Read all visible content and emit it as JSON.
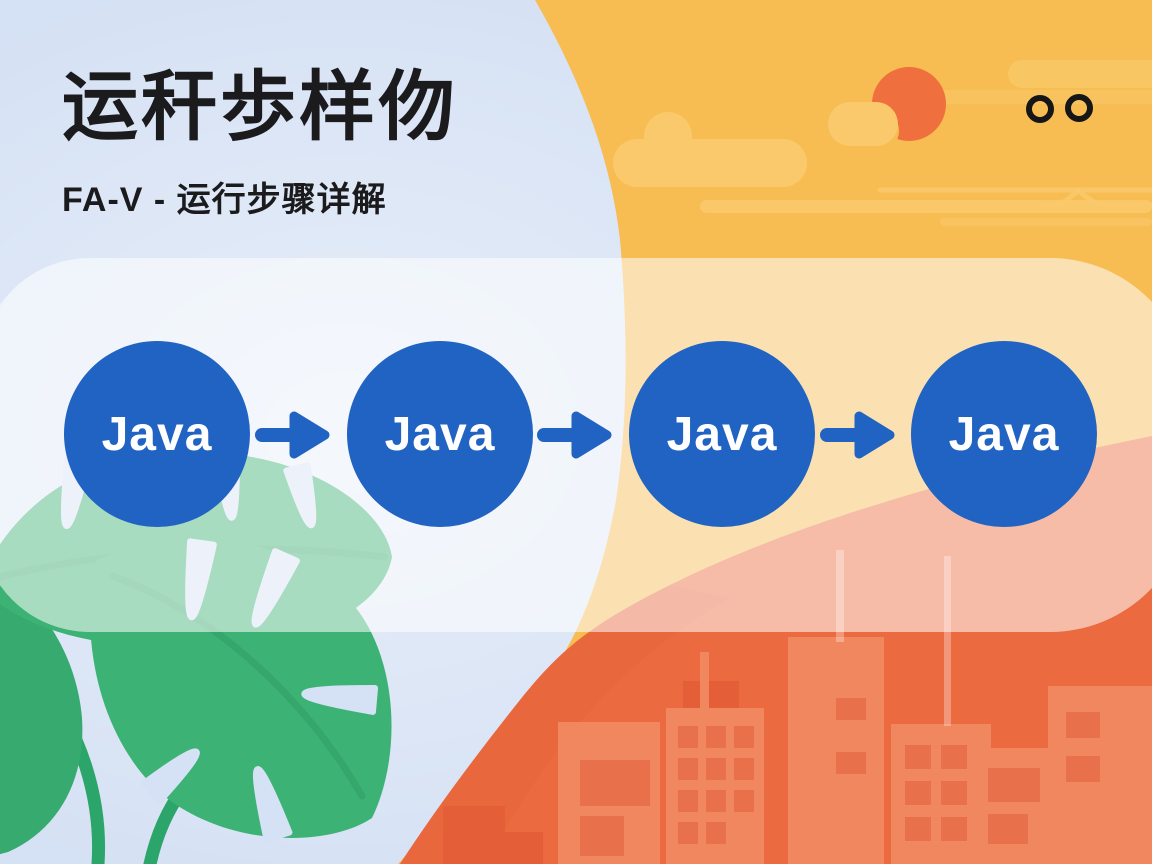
{
  "header": {
    "title": "运秆歩样伆",
    "subtitle": "FA-V - 运行步骤详解"
  },
  "flow": {
    "nodes": [
      {
        "label": "Java"
      },
      {
        "label": "Java"
      },
      {
        "label": "Java"
      },
      {
        "label": "Java"
      }
    ],
    "arrow_count": 3,
    "arrow_direction": "right"
  },
  "decorations": [
    {
      "name": "sun-icon"
    },
    {
      "name": "cloud-icon"
    },
    {
      "name": "ring-dots-icon",
      "count": 2
    },
    {
      "name": "horizon-lines"
    },
    {
      "name": "city-skyline"
    },
    {
      "name": "monstera-leaves-icon"
    },
    {
      "name": "highlight-band"
    }
  ],
  "colors": {
    "sky": "#d5e1f4",
    "yellow": "#f7bd52",
    "orange": "#ec6a3f",
    "orange_dark": "#e4633c",
    "band": "rgba(255,255,255,0.55)",
    "cloud": "#f9c96b",
    "sun": "#ef6f3e",
    "ring": "#161616",
    "building_light": "#f0875f",
    "building_dark": "#e45f37",
    "window": "#e8704a",
    "leaf": "#3cb274",
    "leaf_dark": "#36aa6f",
    "stem": "#2ba56a",
    "vein": "#2f9f66",
    "notch": "#d5e1f4",
    "node": "#2063c2",
    "arrow": "#2063c2",
    "title_color": "#1b1b1d"
  }
}
